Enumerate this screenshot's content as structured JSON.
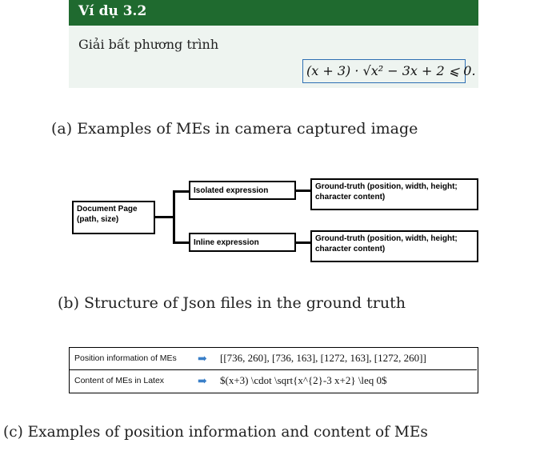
{
  "panel_a": {
    "header_title": "Ví dụ 3.2",
    "prompt": "Giải bất phương trình",
    "formula": "(x + 3) · √x² − 3x + 2 ⩽ 0.",
    "caption": "(a) Examples of MEs in camera captured image"
  },
  "panel_b": {
    "root": {
      "line1": "Document Page",
      "line2": "(path, size)"
    },
    "isolated": "Isolated expression",
    "inline": "Inline expression",
    "truth_top": {
      "line1": "Ground-truth (position, width, height;",
      "line2": "character content)"
    },
    "truth_bottom": {
      "line1": "Ground-truth (position, width, height;",
      "line2": "character content)"
    },
    "caption": "(b) Structure of Json files in the ground truth"
  },
  "panel_c": {
    "rows": [
      {
        "label": "Position information of MEs",
        "value": "[[736, 260], [736, 163], [1272, 163], [1272, 260]]"
      },
      {
        "label": "Content of MEs in Latex",
        "value": "$(x+3) \\cdot \\sqrt{x^{2}-3 x+2} \\leq 0$"
      }
    ],
    "arrow_glyph": "➡",
    "caption": "(c) Examples of position information and content of MEs"
  },
  "colors": {
    "header_green": "#1f6a2f",
    "body_tint": "#eef4f0",
    "formula_border": "#2e6fb3",
    "arrow_blue": "#3a7fc8"
  }
}
